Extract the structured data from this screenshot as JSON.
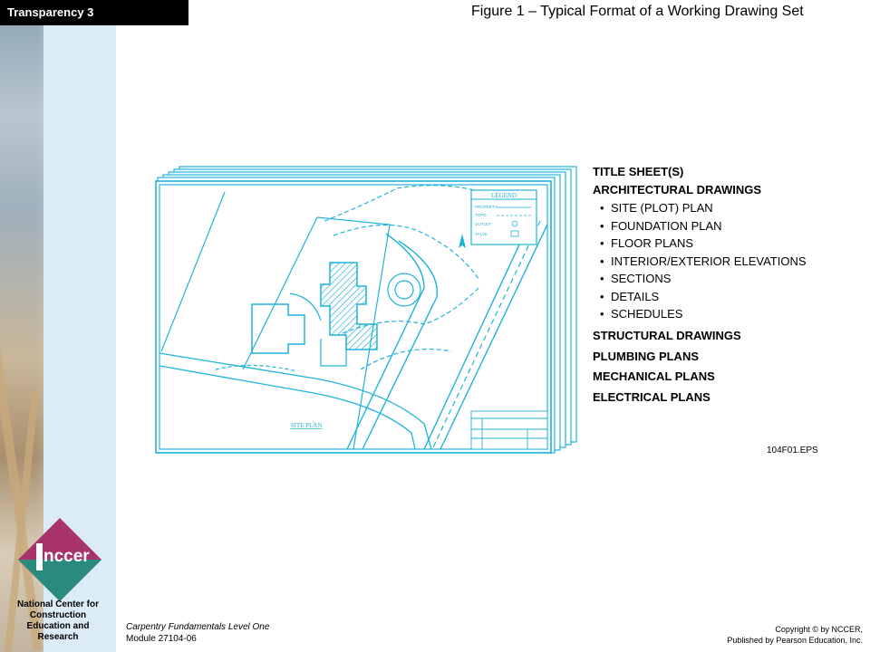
{
  "slide": {
    "label": "Transparency 3",
    "title": "Figure 1 – Typical Format of a Working Drawing Set"
  },
  "sidebar": {
    "logo_text": "nccer",
    "org_name": "National Center for Construction Education and Research"
  },
  "drawing": {
    "legend_title": "LEGEND",
    "legend_items": [
      "PROPERTY",
      "TOPO",
      "OUTLET",
      "VALVE"
    ],
    "plan_label": "SITE PLAN",
    "file_code": "104F01.EPS"
  },
  "drawing_list": {
    "title_sheets": "TITLE SHEET(S)",
    "architectural": "ARCHITECTURAL DRAWINGS",
    "architectural_items": [
      "SITE (PLOT) PLAN",
      "FOUNDATION PLAN",
      "FLOOR PLANS",
      "INTERIOR/EXTERIOR ELEVATIONS",
      "SECTIONS",
      "DETAILS",
      "SCHEDULES"
    ],
    "structural": "STRUCTURAL DRAWINGS",
    "plumbing": "PLUMBING PLANS",
    "mechanical": "MECHANICAL PLANS",
    "electrical": "ELECTRICAL PLANS"
  },
  "footer": {
    "course": "Carpentry Fundamentals Level One",
    "module": "Module 27104-06",
    "copyright_line1": "Copyright © by NCCER,",
    "copyright_line2": "Published by Pearson Education, Inc."
  },
  "colors": {
    "drawing_line": "#1fb3d8",
    "sidebar": "#dcecf7",
    "logo_magenta": "#a8336b",
    "logo_teal": "#2a8a7e"
  }
}
